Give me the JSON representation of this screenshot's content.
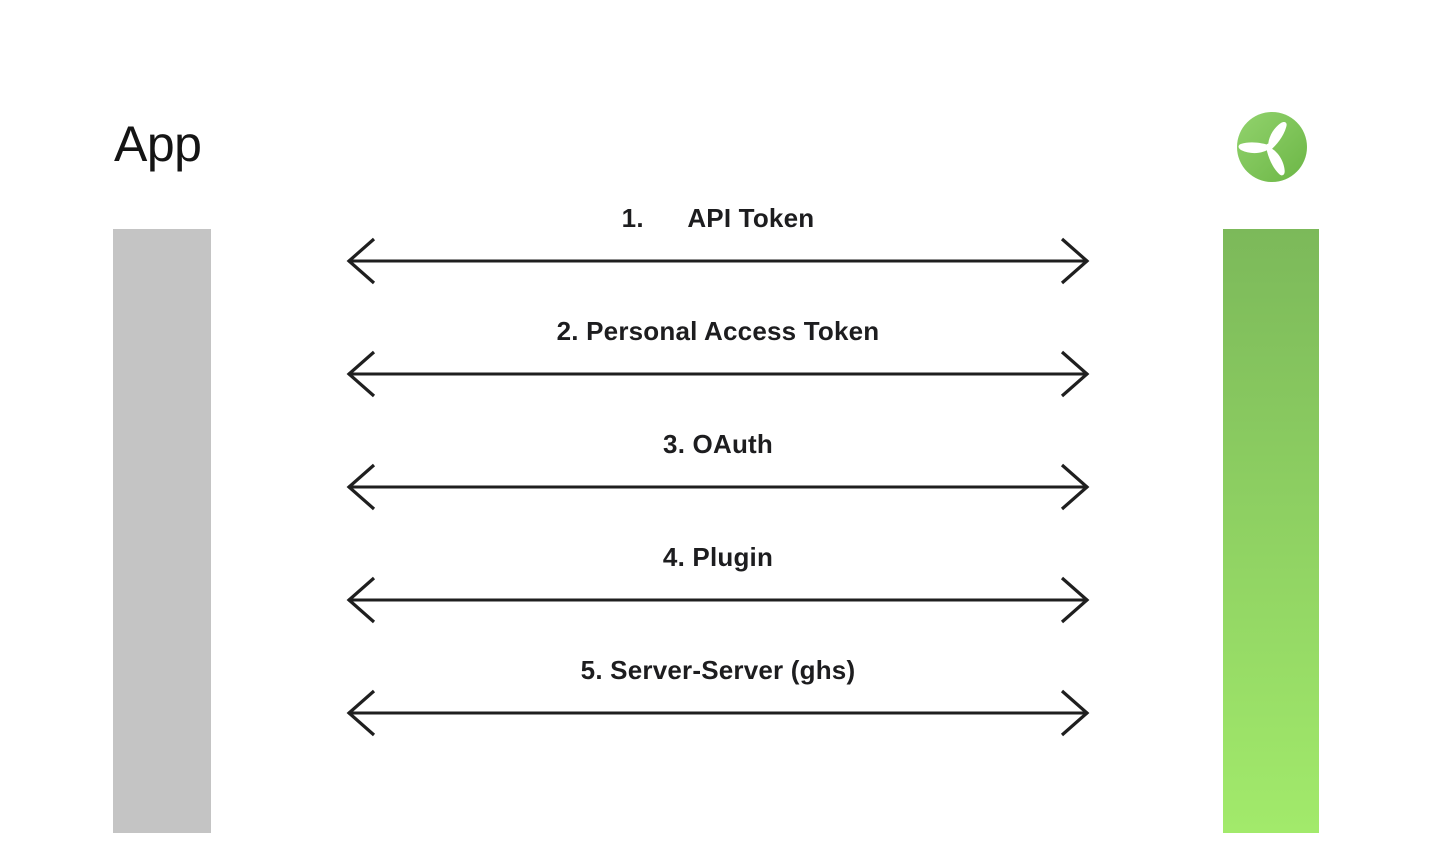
{
  "diagram": {
    "title": "App",
    "logo": {
      "icon": "wind-turbine-icon",
      "circle_gradient_top": "#92d36d",
      "circle_gradient_bottom": "#6cb646",
      "blade_color": "#ffffff"
    },
    "left_lane": {
      "color": "#c4c4c4"
    },
    "right_lane": {
      "gradient_top": "#7cb95a",
      "gradient_bottom": "#a2ea6b"
    },
    "connections": [
      {
        "label": "1.      API Token"
      },
      {
        "label": "2. Personal Access Token"
      },
      {
        "label": "3. OAuth"
      },
      {
        "label": "4. Plugin"
      },
      {
        "label": "5. Server-Server (ghs)"
      }
    ],
    "arrow": {
      "color": "#1f1f1f",
      "style": "double-headed"
    }
  }
}
